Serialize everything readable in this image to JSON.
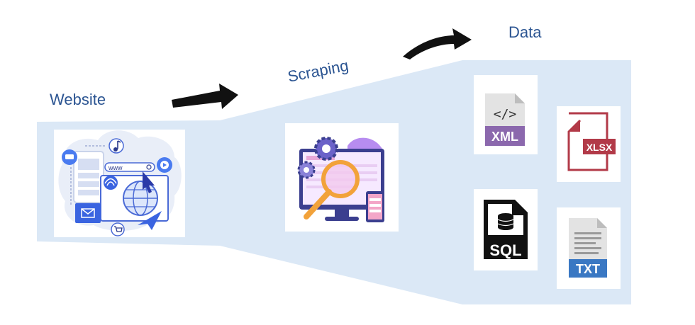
{
  "labels": {
    "website": "Website",
    "scraping": "Scraping",
    "data": "Data"
  },
  "website_illustration": {
    "url_text": "www",
    "icons": [
      "chat-icon",
      "music-note-icon",
      "play-icon",
      "wifi-icon",
      "envelope-icon",
      "globe-icon",
      "cursor-icon",
      "cart-icon",
      "paper-plane-icon"
    ]
  },
  "scraping_illustration": {
    "icons": [
      "gear-icon",
      "monitor-icon",
      "magnifier-icon",
      "phone-icon"
    ]
  },
  "files": {
    "xml": {
      "code": "</>",
      "label": "XML"
    },
    "xlsx": {
      "label": "XLSX"
    },
    "sql": {
      "label": "SQL"
    },
    "txt": {
      "label": "TXT"
    }
  },
  "colors": {
    "label_text": "#2c5592",
    "panel": "#dbe8f6",
    "arrow": "#111111",
    "xml_band": "#8b68ad",
    "xlsx_red": "#b23a48",
    "txt_band": "#3a78c3"
  }
}
